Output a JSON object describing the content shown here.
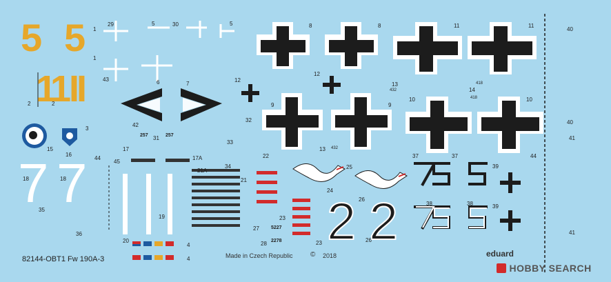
{
  "sheet": {
    "code": "82144-OBT1 Fw 190A-3",
    "made_in": "Made in Czech Republic",
    "copyright": "©",
    "year": "2018",
    "brand": "eduard",
    "watermark": "HOBBY SEARCH",
    "serials": [
      "5227",
      "2278"
    ],
    "small_codes": [
      "432",
      "432",
      "418",
      "418",
      "257",
      "257"
    ]
  },
  "markings": {
    "yellow_numerals": [
      "5",
      "5",
      "11",
      "II"
    ],
    "white_numerals": [
      "7",
      "7"
    ],
    "black_numerals": [
      "2",
      "2"
    ]
  },
  "decal_numbers": [
    "1",
    "1",
    "2",
    "2",
    "3",
    "4",
    "4",
    "5",
    "5",
    "6",
    "7",
    "8",
    "8",
    "9",
    "9",
    "10",
    "10",
    "11",
    "11",
    "12",
    "12",
    "13",
    "13",
    "14",
    "15",
    "16",
    "17",
    "17A",
    "18",
    "18",
    "19",
    "20",
    "21",
    "21A",
    "22",
    "23",
    "23",
    "24",
    "25",
    "26",
    "26",
    "27",
    "28",
    "29",
    "30",
    "31",
    "32",
    "33",
    "34",
    "35",
    "36",
    "37",
    "37",
    "38",
    "38",
    "39",
    "39",
    "40",
    "40",
    "41",
    "41",
    "42",
    "43",
    "44",
    "44",
    "45"
  ],
  "colors": {
    "background": "#a9d8ee",
    "black_cross": "#1c1c1c",
    "yellow": "#e6a72a",
    "red": "#d22b2b",
    "white": "#ffffff",
    "badge_blue": "#1e5aa0"
  },
  "icons": [
    "balkenkreuz-icon",
    "chevron-icon",
    "duck-emblem-icon",
    "fish-dragon-icon",
    "flag-icon",
    "hobby-search-logo"
  ]
}
